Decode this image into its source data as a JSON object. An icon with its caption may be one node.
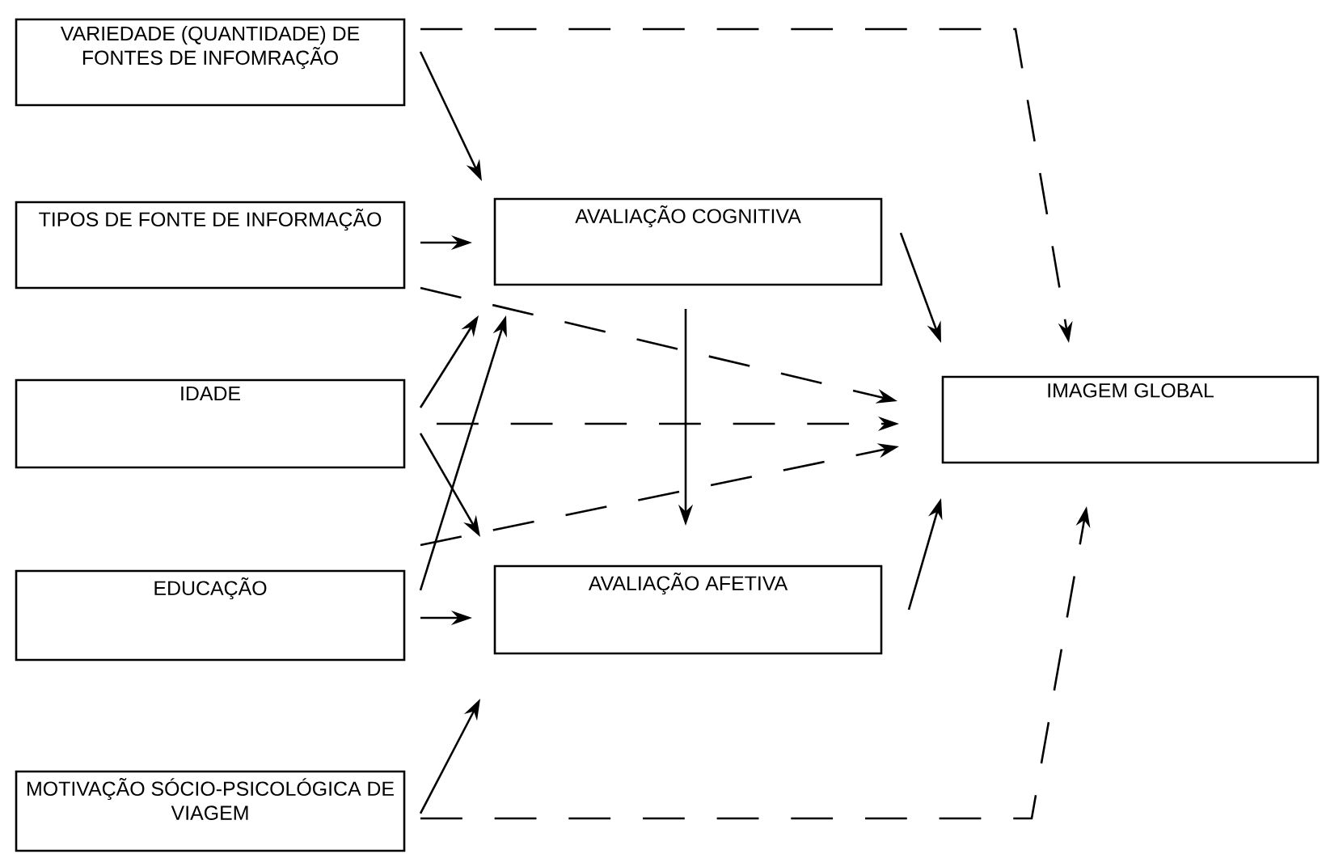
{
  "diagram": {
    "nodes": [
      {
        "text": [
          "VARIEDADE (QUANTIDADE) DE FONTES DE INFOMRAÇÃO"
        ]
      },
      {
        "text": [
          "TIPOS DE FONTE DE INFORMAÇÃO"
        ]
      },
      {
        "text": [
          "AVALIAÇÃO COGNITIVA"
        ]
      },
      {
        "text": [
          "IDADE"
        ]
      },
      {
        "text": [
          "IMAGEM GLOBAL"
        ]
      },
      {
        "text": [
          "EDUCAÇÃO"
        ]
      },
      {
        "text": [
          "AVALIAÇÃO AFETIVA"
        ]
      },
      {
        "text": [
          "MOTIVAÇÃO SÓCIO-PSICOLÓGICA DE VIAGEM"
        ]
      }
    ],
    "edges": [
      {
        "from": 0,
        "to": 2,
        "arrow": "to"
      },
      {
        "from": 1,
        "to": 2,
        "arrow": "to"
      },
      {
        "from": 3,
        "to": 2,
        "arrow": "to"
      },
      {
        "from": 5,
        "to": 2,
        "arrow": "to"
      },
      {
        "from": 3,
        "to": 6,
        "arrow": "to"
      },
      {
        "from": 5,
        "to": 6,
        "arrow": "to"
      },
      {
        "from": 7,
        "to": 6,
        "arrow": "to"
      },
      {
        "from": 2,
        "to": 6,
        "arrow": "to"
      },
      {
        "from": 2,
        "to": 4,
        "arrow": "to"
      },
      {
        "from": 6,
        "to": 4,
        "arrow": "to"
      },
      {
        "from": 0,
        "to": 4,
        "arrow": "to",
        "style": "dashed"
      },
      {
        "from": 1,
        "to": 4,
        "arrow": "to",
        "style": "dashed"
      },
      {
        "from": 3,
        "to": 4,
        "arrow": "to",
        "style": "dashed"
      },
      {
        "from": 5,
        "to": 4,
        "arrow": "to",
        "style": "dashed"
      },
      {
        "from": 7,
        "to": 4,
        "arrow": "to",
        "style": "dashed"
      }
    ]
  }
}
